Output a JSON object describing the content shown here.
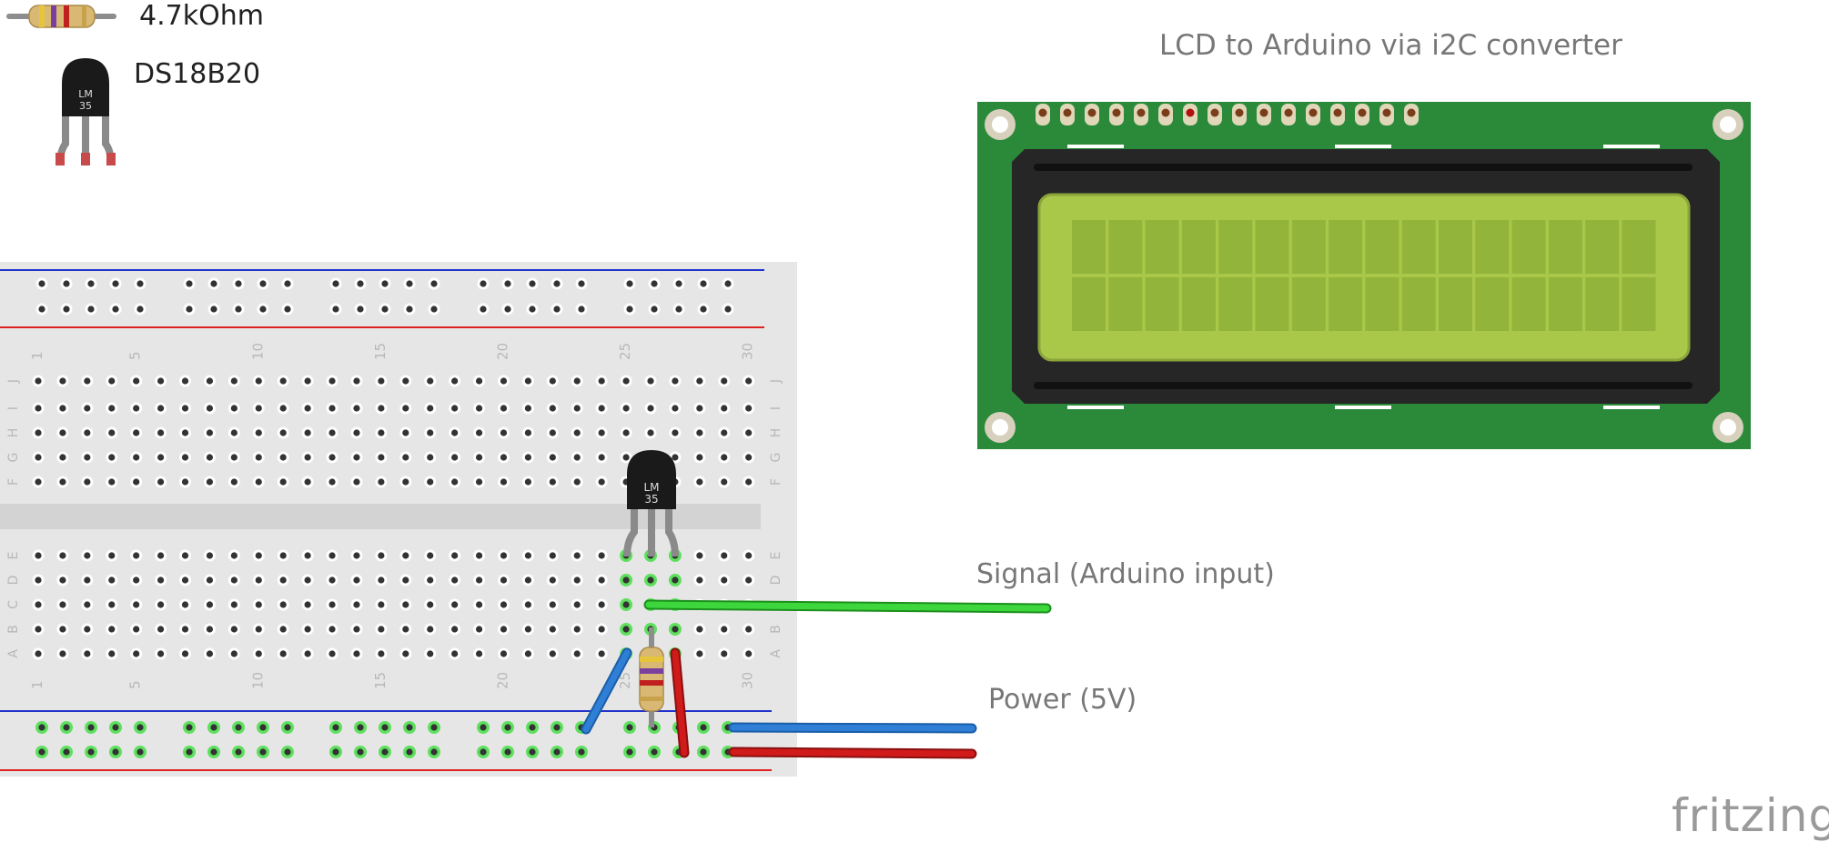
{
  "legend": {
    "resistor_label": "4.7kOhm",
    "sensor_label": "DS18B20",
    "sensor_marking_line1": "LM",
    "sensor_marking_line2": "35"
  },
  "lcd": {
    "title": "LCD to Arduino via i2C converter"
  },
  "wires": {
    "signal_label": "Signal (Arduino input)",
    "power_label": "Power (5V)"
  },
  "breadboard": {
    "column_numbers": [
      "1",
      "5",
      "10",
      "15",
      "20",
      "25",
      "30"
    ],
    "row_letters_top": [
      "J",
      "I",
      "H",
      "G",
      "F"
    ],
    "row_letters_bottom": [
      "E",
      "D",
      "C",
      "B",
      "A"
    ]
  },
  "brand": "fritzing",
  "colors": {
    "pcb_green": "#2a8a3a",
    "lcd_screen": "#a9c84a",
    "signal_wire": "#3dd63d",
    "ground_wire": "#2f7fd6",
    "power_wire": "#d11a1a",
    "rail_blue": "#2233cc",
    "rail_red": "#dd2222"
  }
}
